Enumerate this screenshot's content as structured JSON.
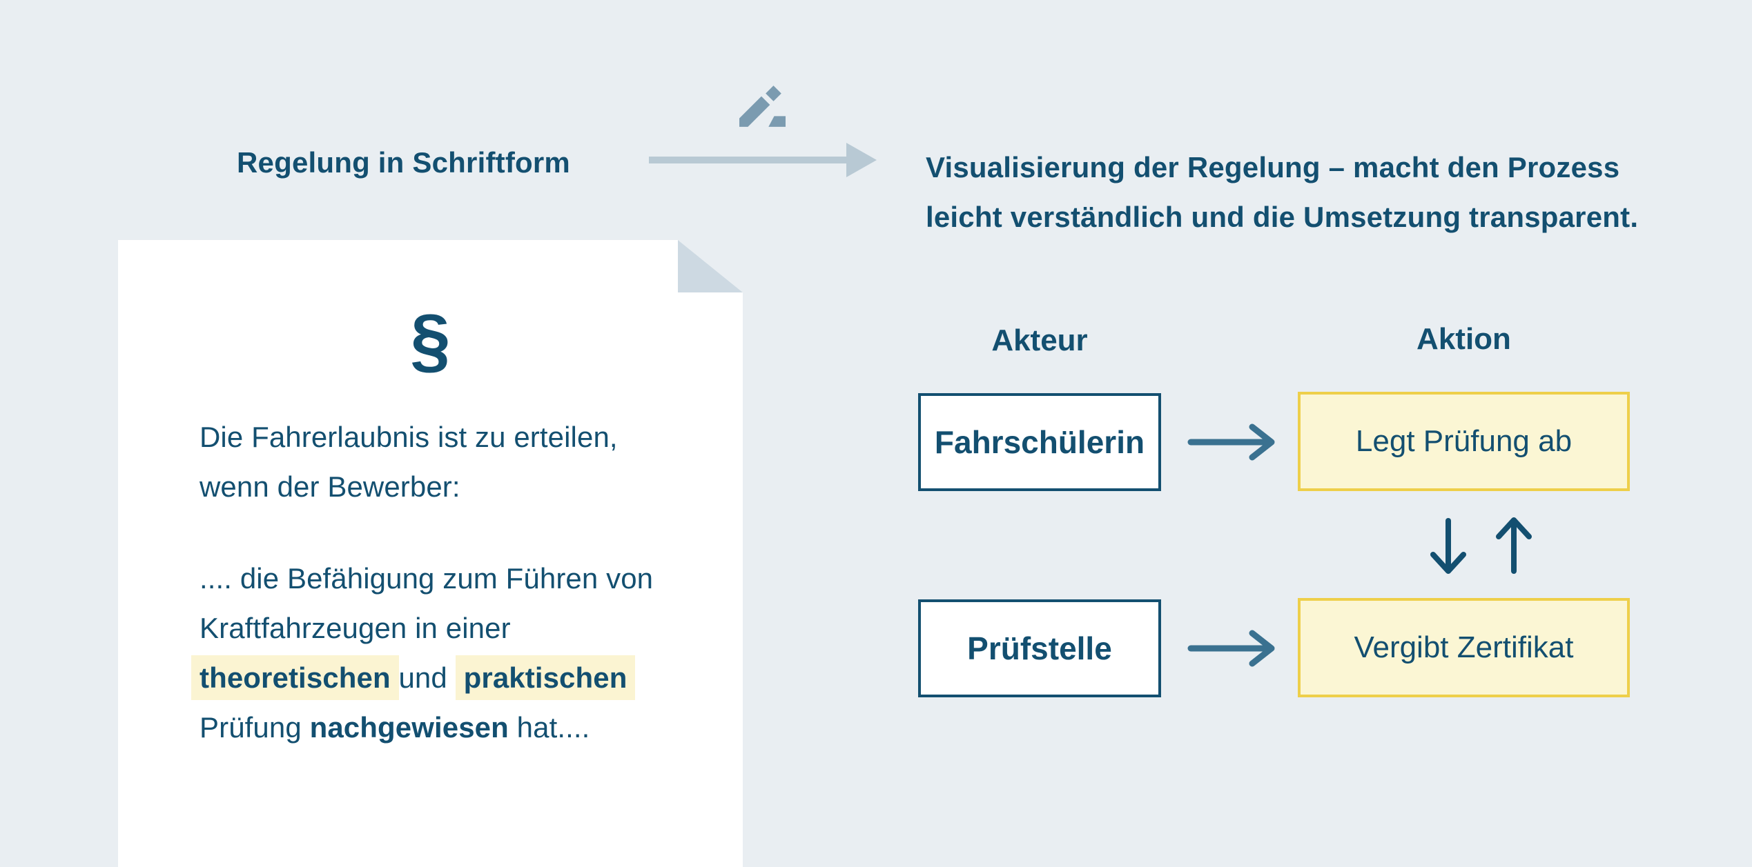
{
  "colors": {
    "background": "#e9eef2",
    "text_dark_blue": "#134f70",
    "pencil_steel_blue": "#7b9bb0",
    "transform_arrow_light": "#b8c9d4",
    "paper_white": "#ffffff",
    "paper_fold": "#cdd9e2",
    "highlight_yellow": "#fbf4d2",
    "action_box_fill": "#fbf6d4",
    "action_box_border": "#eecf4a",
    "flow_arrow_steel": "#3a7190"
  },
  "header": {
    "left_label": "Regelung in Schriftform",
    "right_label_line1": "Visualisierung der Regelung – macht den Prozess",
    "right_label_line2": "leicht verständlich und die Umsetzung transparent."
  },
  "document": {
    "paragraph_symbol": "§",
    "p1_line1": "Die Fahrerlaubnis ist zu erteilen,",
    "p1_line2": "wenn der Bewerber:",
    "p2_line1": ".... die Befähigung zum Führen von",
    "p2_line2": "Kraftfahrzeugen in einer",
    "p2_line3_highlight1": "theoretischen",
    "p2_line3_connector": " und ",
    "p2_line3_highlight2": "praktischen",
    "p2_line4_start": "Prüfung ",
    "p2_line4_bold": "nachgewiesen",
    "p2_line4_end": " hat...."
  },
  "diagram": {
    "column_headers": {
      "actor": "Akteur",
      "action": "Aktion"
    },
    "rows": [
      {
        "actor": "Fahrschülerin",
        "action": "Legt Prüfung ab"
      },
      {
        "actor": "Prüfstelle",
        "action": "Vergibt Zertifikat"
      }
    ]
  }
}
